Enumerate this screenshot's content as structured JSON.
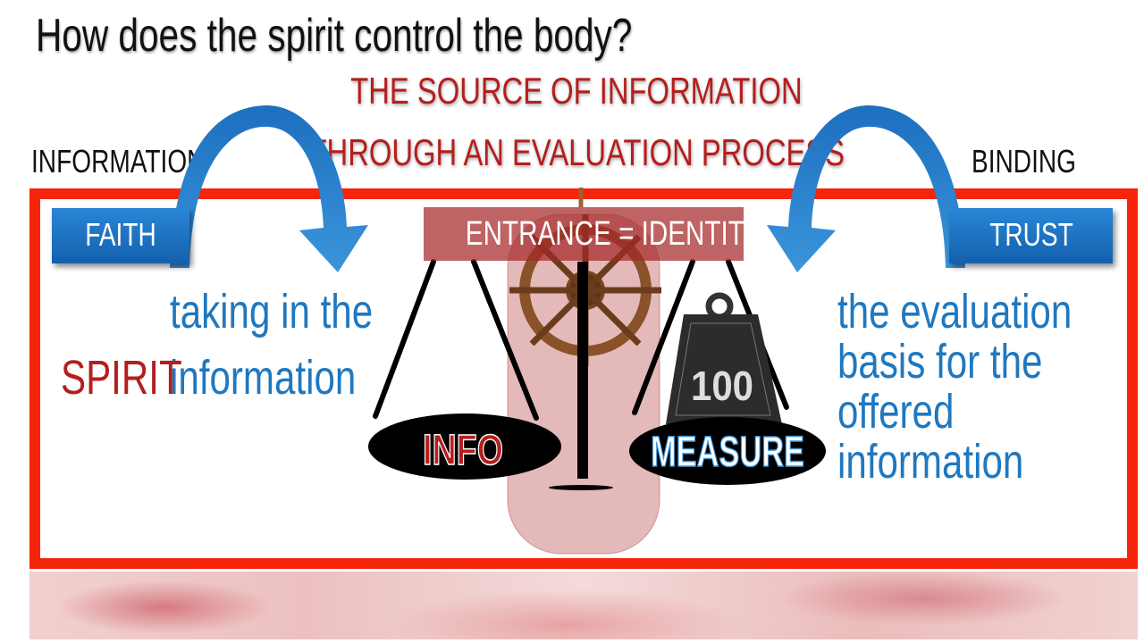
{
  "title": "How does the spirit control the body?",
  "subtitle_lines": [
    "THE SOURCE OF INFORMATION",
    "THROUGH AN EVALUATION PROCESS"
  ],
  "left_label": "INFORMATION",
  "right_label": "BINDING",
  "left_box": "FAITH",
  "right_box": "TRUST",
  "left_text": [
    "taking in the",
    "information"
  ],
  "spirit_label": "SPIRIT",
  "right_text": [
    "the evaluation",
    "basis for the",
    "offered",
    "information"
  ],
  "scale": {
    "top_label": "ENTRANCE = IDENTITY",
    "left_pan": "INFO",
    "right_pan": "MEASURE",
    "weight_label": "100"
  },
  "colors": {
    "frame": "#f5250c",
    "accent_red": "#b41e1e",
    "accent_blue": "#1f78bf"
  }
}
